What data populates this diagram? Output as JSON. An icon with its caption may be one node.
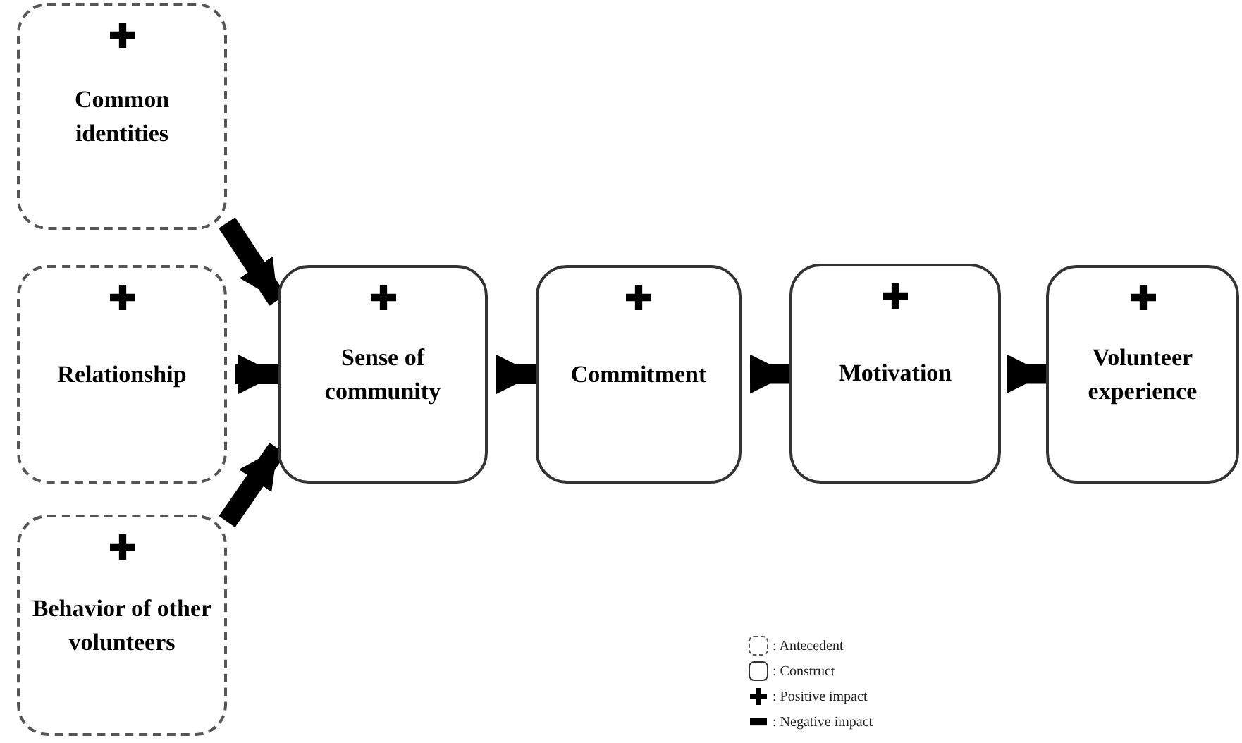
{
  "diagram": {
    "nodes": [
      {
        "text": [
          "Common identities"
        ]
      },
      {
        "text": [
          "Relationship"
        ]
      },
      {
        "text": [
          "Behavior of other volunteers"
        ]
      },
      {
        "text": [
          "Sense of community"
        ]
      },
      {
        "text": [
          "Commitment"
        ]
      },
      {
        "text": [
          "Motivation"
        ]
      },
      {
        "text": [
          "Volunteer experience"
        ]
      }
    ],
    "edges": [
      {
        "from": 0,
        "to": 3,
        "arrow": "to"
      },
      {
        "from": 1,
        "to": 3,
        "arrow": "to"
      },
      {
        "from": 2,
        "to": 3,
        "arrow": "to"
      },
      {
        "from": 3,
        "to": 4,
        "arrow": "to"
      },
      {
        "from": 4,
        "to": 5,
        "arrow": "to"
      },
      {
        "from": 5,
        "to": 6,
        "arrow": "to"
      }
    ],
    "legend": [
      {
        "text": ": Antecedent"
      },
      {
        "text": ": Construct"
      },
      {
        "text": ": Positive impact"
      },
      {
        "text": ": Negative impact"
      }
    ]
  }
}
